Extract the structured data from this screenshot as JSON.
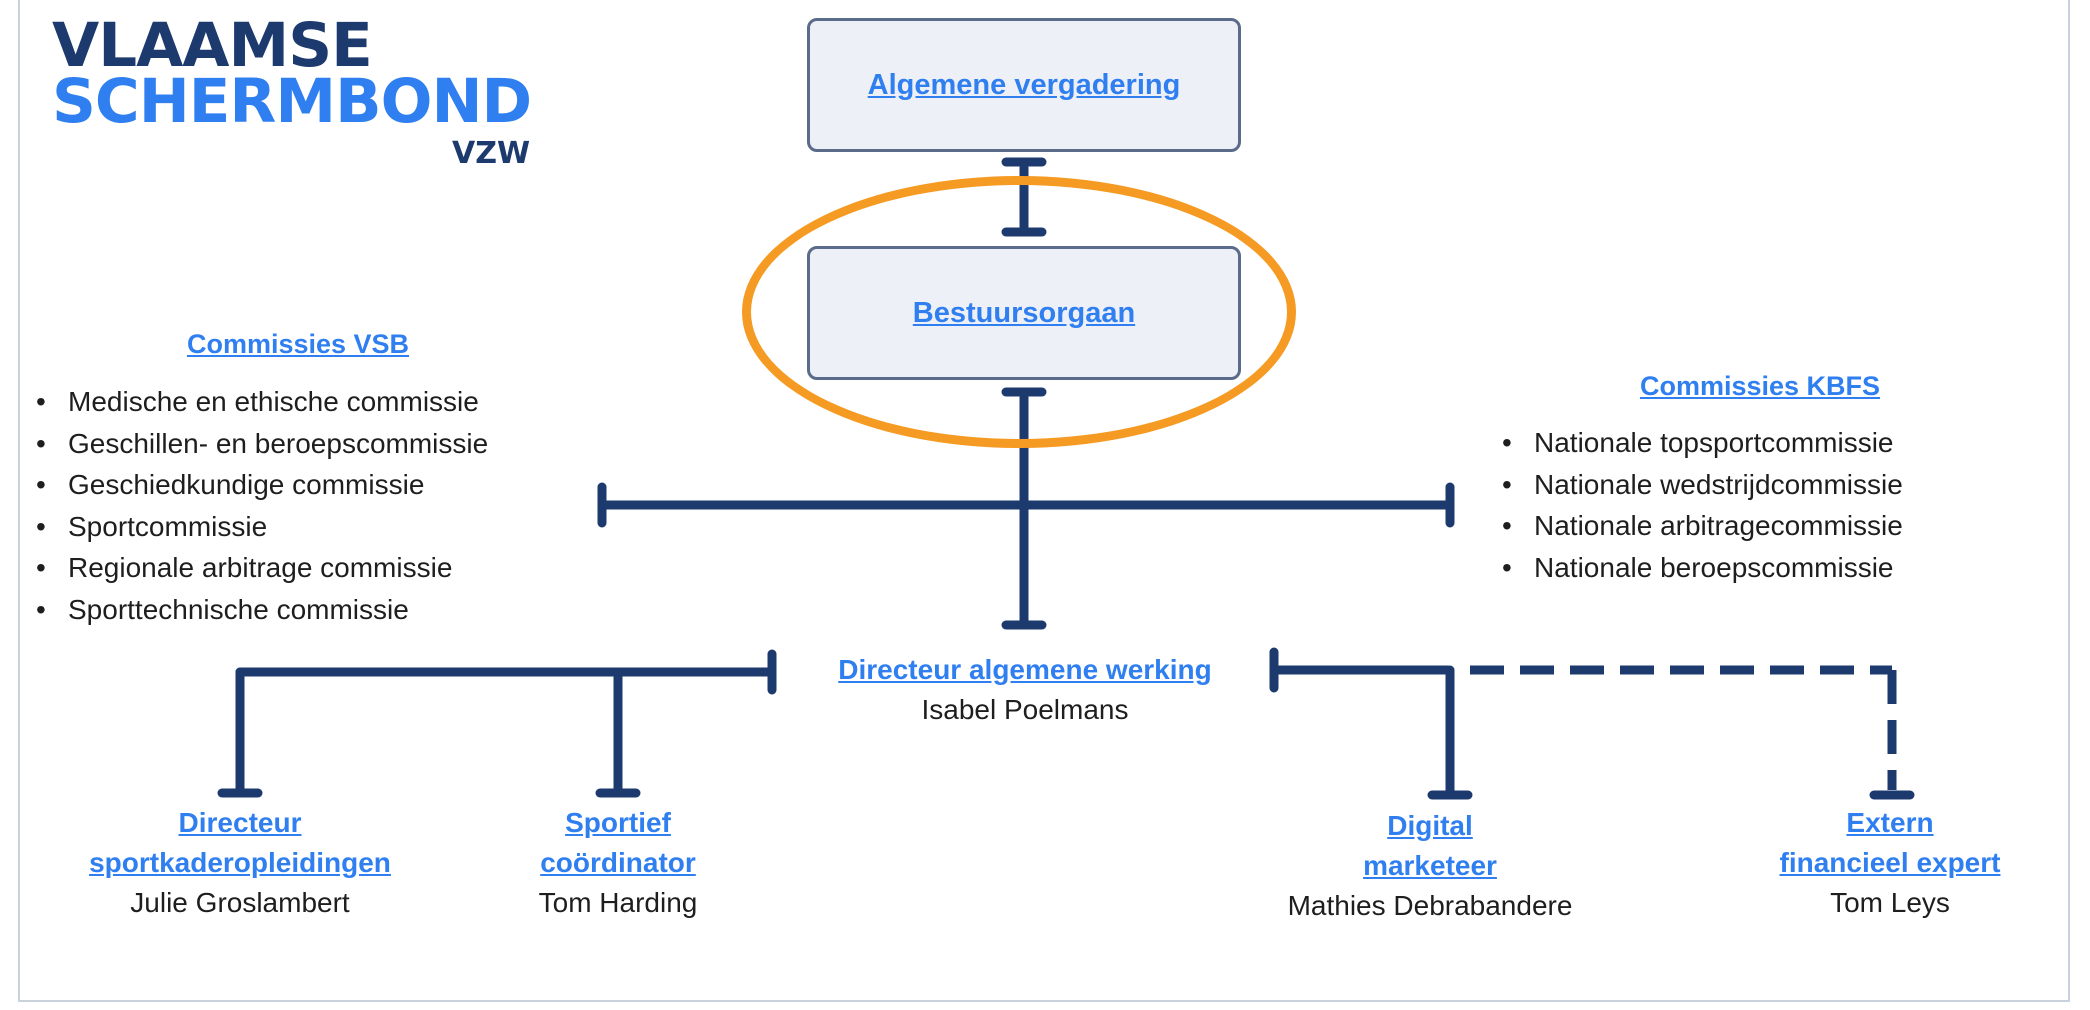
{
  "logo": {
    "line1": "VLAAMSE",
    "line2": "SCHERMBOND",
    "suffix": "VZW"
  },
  "boxes": {
    "top": "Algemene vergadering",
    "middle": "Bestuursorgaan"
  },
  "highlight_color": "#f59b23",
  "line_color": "#1c3a6e",
  "link_color": "#2f7ff0",
  "commissies_vsb": {
    "title": "Commissies VSB",
    "items": [
      "Medische en ethische commissie",
      "Geschillen- en beroepscommissie",
      "Geschiedkundige commissie",
      "Sportcommissie",
      "Regionale arbitrage commissie",
      "Sporttechnische commissie"
    ]
  },
  "commissies_kbfs": {
    "title": "Commissies KBFS",
    "items": [
      "Nationale topsportcommissie",
      "Nationale wedstrijdcommissie",
      "Nationale arbitragecommissie",
      "Nationale beroepscommissie"
    ]
  },
  "director": {
    "role": "Directeur algemene werking",
    "name": "Isabel Poelmans"
  },
  "staff": [
    {
      "role_line1": "Directeur",
      "role_line2": "sportkaderopleidingen",
      "name": "Julie Groslambert"
    },
    {
      "role_line1": "Sportief",
      "role_line2": "coördinator",
      "name": "Tom Harding"
    },
    {
      "role_line1": "Digital",
      "role_line2": "marketeer",
      "name": "Mathies Debrabandere"
    },
    {
      "role_line1": "Extern",
      "role_line2": "financieel expert",
      "name": "Tom Leys"
    }
  ]
}
